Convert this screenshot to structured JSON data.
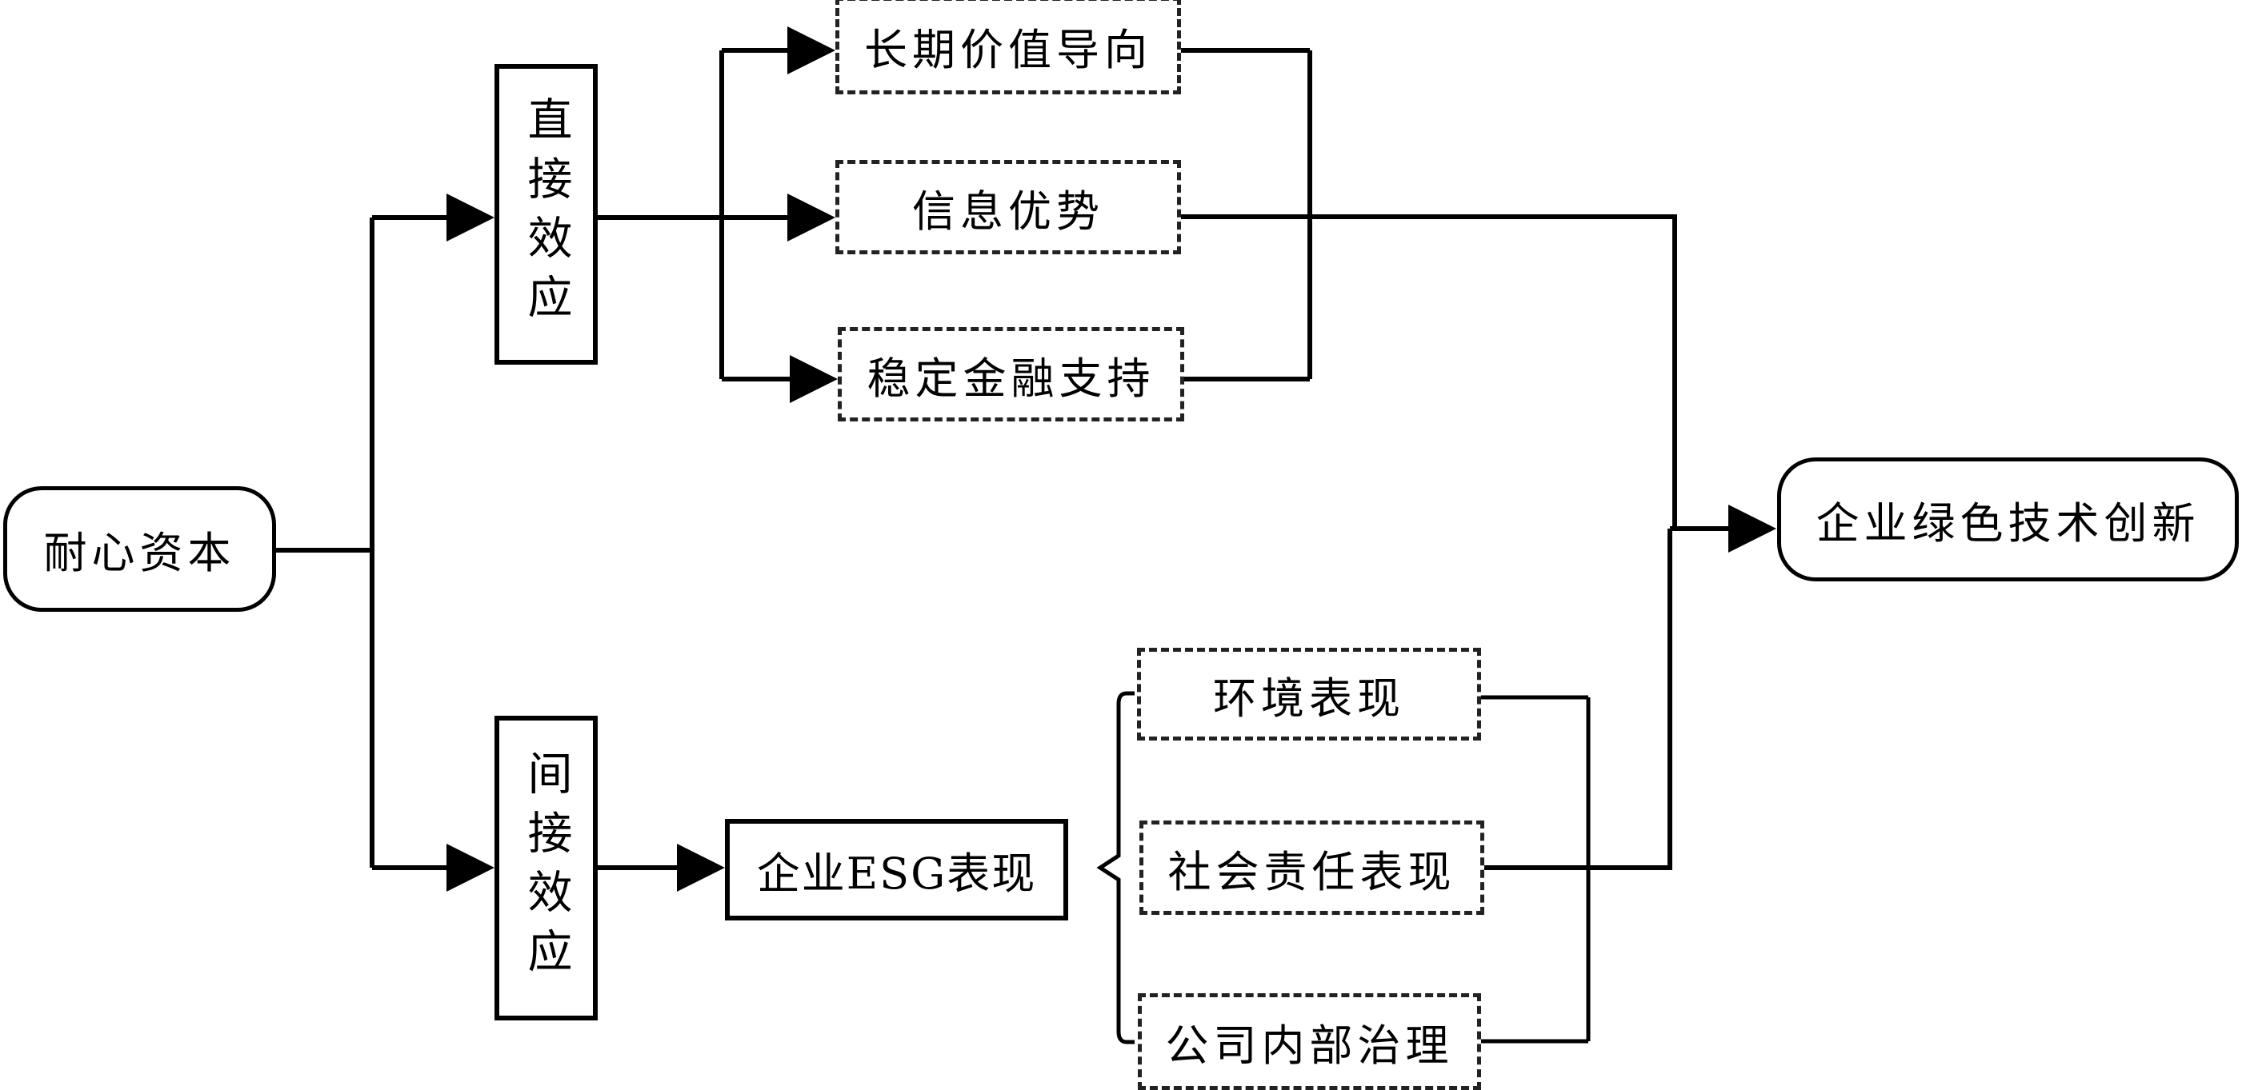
{
  "diagram": {
    "source": "耐心资本",
    "direct_effect": "直接效应",
    "indirect_effect": "间接效应",
    "direct_channels": [
      "长期价值导向",
      "信息优势",
      "稳定金融支持"
    ],
    "mediator": "企业ESG表现",
    "esg_components": [
      "环境表现",
      "社会责任表现",
      "公司内部治理"
    ],
    "outcome": "企业绿色技术创新"
  }
}
